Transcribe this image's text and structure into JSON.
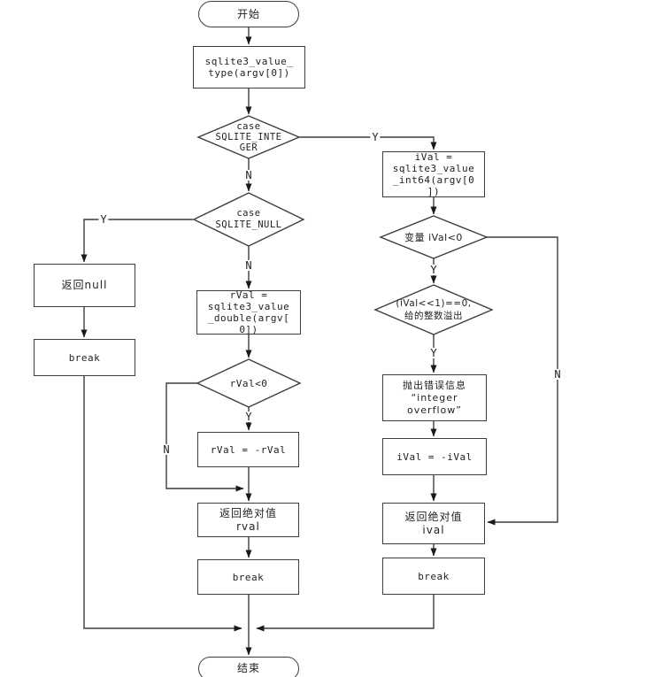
{
  "diagram": {
    "background_color": "#ffffff",
    "line_color": "#3d3d3d",
    "arrow_color": "#1a1a1a",
    "text_color": "#222222",
    "nodes": {
      "start": {
        "label": "开始"
      },
      "value_type": {
        "label": "sqlite3_value_\ntype(argv[0])"
      },
      "case_integer": {
        "label": "case\nSQLITE_INTE\nGER"
      },
      "ival_assign": {
        "label": "iVal =\nsqlite3_value\n_int64(argv[0\n])"
      },
      "ival_check": {
        "label": "变量 iVal<0"
      },
      "overflow_check": {
        "label": "(iVal<<1)==0,\n给的整数溢出"
      },
      "throw_error": {
        "label": "抛出错误信息\n“integer\noverflow”"
      },
      "ival_negate": {
        "label": "iVal = -iVal"
      },
      "return_ival": {
        "label": "返回绝对值\nival"
      },
      "break_right": {
        "label": "break"
      },
      "case_null": {
        "label": "case\nSQLITE_NULL"
      },
      "return_null": {
        "label": "返回null"
      },
      "break_left": {
        "label": "break"
      },
      "rval_assign": {
        "label": "rVal =\nsqlite3_value\n_double(argv[\n0])"
      },
      "rval_check": {
        "label": "rVal<0"
      },
      "rval_negate": {
        "label": "rVal = -rVal"
      },
      "return_rval": {
        "label": "返回绝对值\nrval"
      },
      "break_mid": {
        "label": "break"
      },
      "end": {
        "label": "结束"
      }
    },
    "edge_labels": {
      "case_integer_yes": "Y",
      "case_integer_no": "N",
      "case_null_yes": "Y",
      "case_null_no": "N",
      "ival_check_yes": "Y",
      "ival_check_no": "N",
      "overflow_yes": "Y",
      "rval_check_yes": "Y",
      "rval_check_no": "N"
    }
  }
}
